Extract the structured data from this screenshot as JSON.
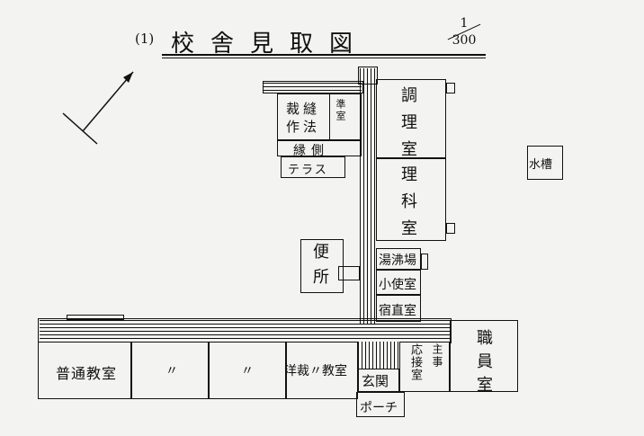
{
  "title": {
    "number": "(1)",
    "text": "校舎見取図",
    "scale_numerator": "1",
    "scale_denominator": "300"
  },
  "rooms": {
    "saiho": "裁縫",
    "saiho2": "作法",
    "junbishitsu": "準室",
    "engawa": "縁側",
    "terrace": "テラス",
    "chori": "調理室",
    "rika": "理科室",
    "benjo": "便所",
    "yudoba": "湯沸場",
    "shobenshitsu": "小使室",
    "shukuchoku": "宿直室",
    "futsu": "普通教室",
    "ditto1": "〃",
    "ditto2": "〃",
    "yosai": "洋裁〃教室",
    "genkan": "玄関",
    "porch": "ポーチ",
    "osetsu": "応接室",
    "shuji": "主事",
    "shokuin": "職員室",
    "suiso": "水槽"
  }
}
